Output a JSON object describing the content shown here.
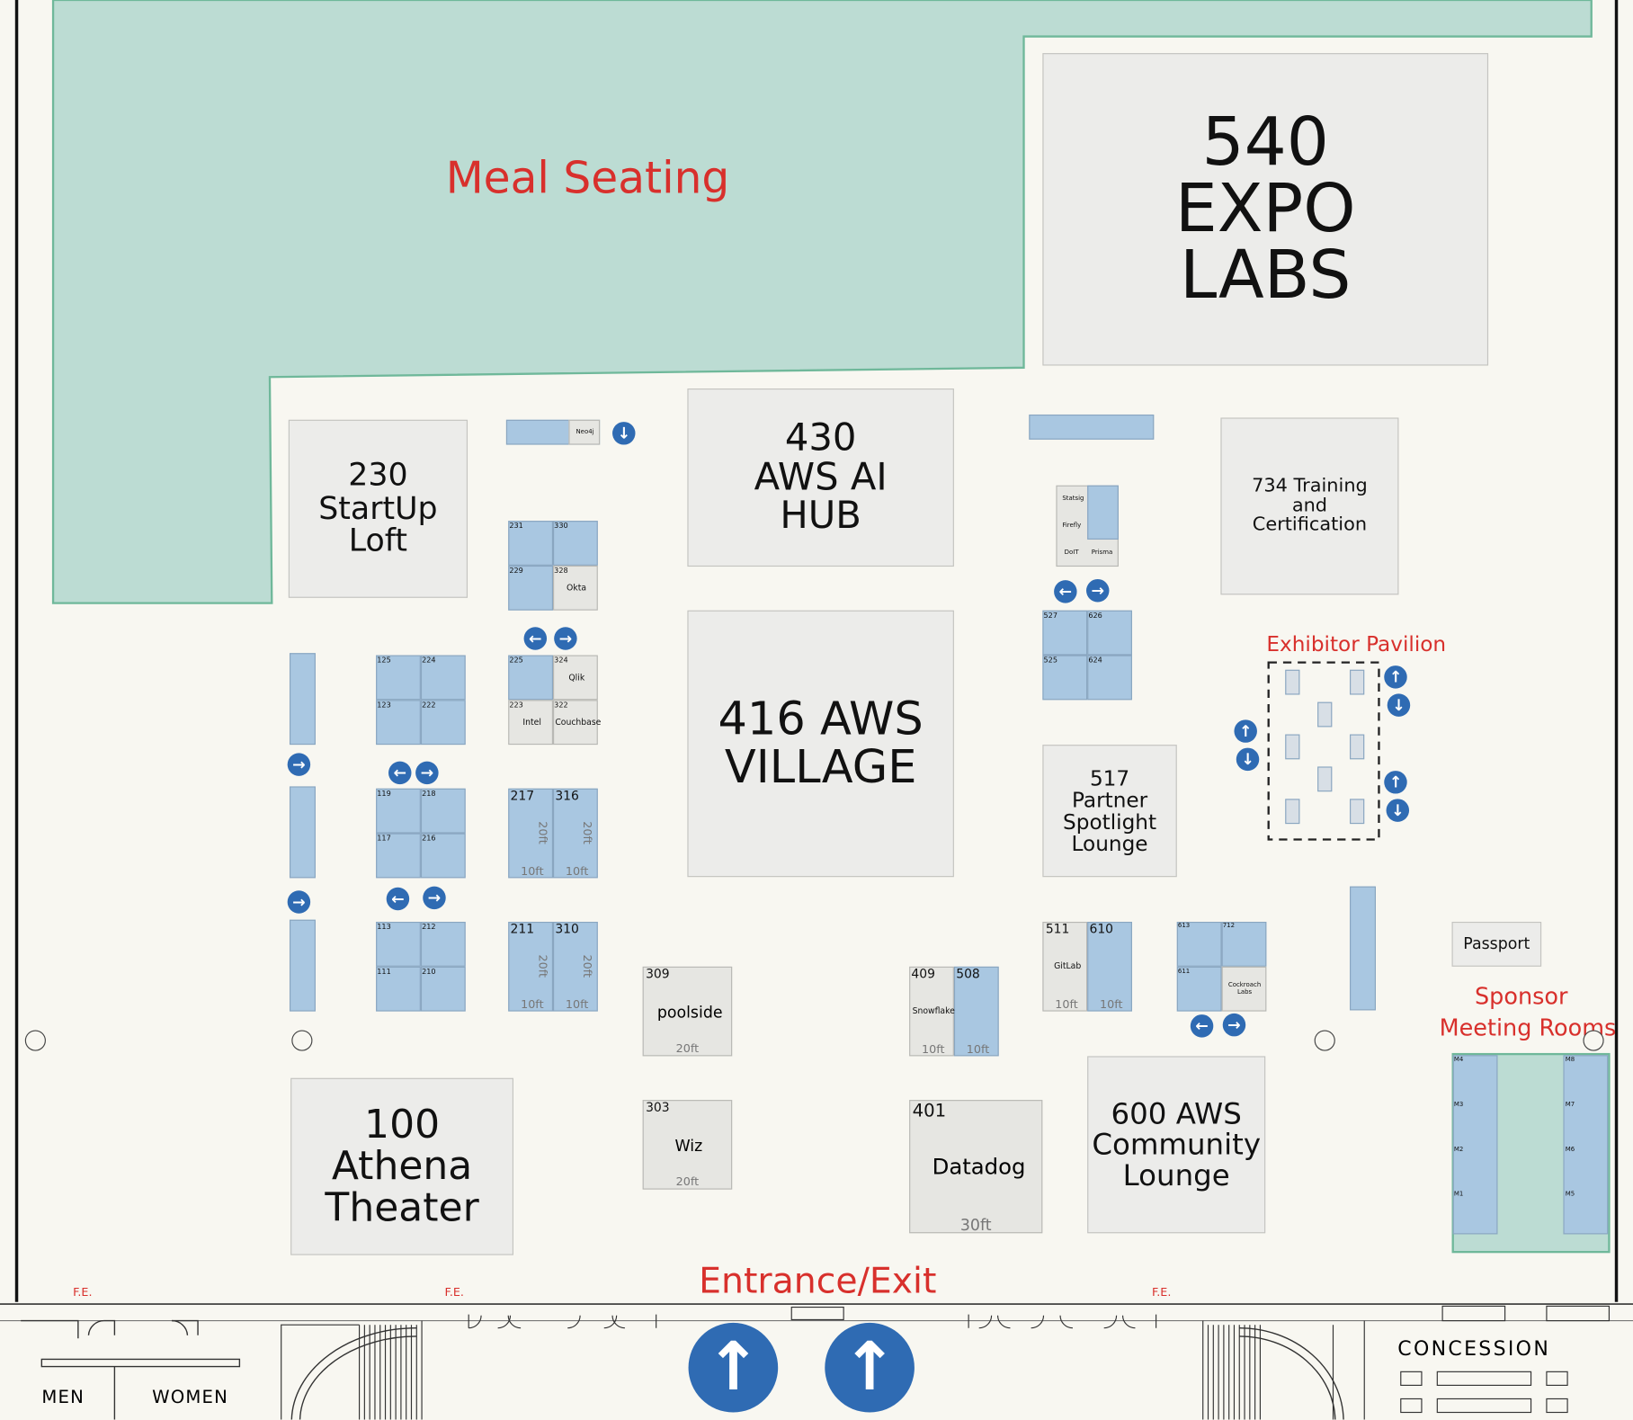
{
  "areas": {
    "meal_seating": "Meal Seating",
    "expo_labs": [
      "540",
      "EXPO",
      "LABS"
    ],
    "ai_hub": [
      "430",
      "AWS AI",
      "HUB"
    ],
    "startup_loft": [
      "230",
      "StartUp",
      "Loft"
    ],
    "aws_village": [
      "416 AWS",
      "VILLAGE"
    ],
    "training": [
      "734 Training",
      "and",
      "Certification"
    ],
    "partner_lounge": [
      "517",
      "Partner",
      "Spotlight",
      "Lounge"
    ],
    "athena_theater": [
      "100",
      "Athena",
      "Theater"
    ],
    "community_lounge": [
      "600 AWS",
      "Community",
      "Lounge"
    ],
    "passport": "Passport",
    "exhibitor_pavilion": "Exhibitor Pavilion",
    "sponsor_rooms": [
      "Sponsor",
      "Meeting Rooms"
    ],
    "entrance": "Entrance/Exit",
    "concession": "CONCESSION",
    "men": "MEN",
    "women": "WOMEN",
    "fire_exit": "F.E."
  },
  "booths": {
    "b217": "217",
    "b316": "316",
    "b211": "211",
    "b310": "310",
    "b309": "309",
    "b309_name": "poolside",
    "b303": "303",
    "b303_name": "Wiz",
    "b409": "409",
    "b409_name": "Snowflake",
    "b508": "508",
    "b401": "401",
    "b401_name": "Datadog",
    "b511": "511",
    "b511_name": "GitLab",
    "b610": "610",
    "b613": "613",
    "b712": "712",
    "b611": "611",
    "b710_name": "Cockroach Labs",
    "b231": "231",
    "b330": "330",
    "b229": "229",
    "b328": "328",
    "okta": "Okta",
    "b225": "225",
    "b324": "324",
    "qlik": "Qlik",
    "b223": "223",
    "b322": "322",
    "intel": "Intel",
    "couchbase": "Couchbase",
    "b125": "125",
    "b224": "224",
    "b123": "123",
    "b222": "222",
    "b119": "119",
    "b218": "218",
    "b117": "117",
    "b216": "216",
    "b113": "113",
    "b212": "212",
    "b111": "111",
    "b210": "210",
    "b527": "527",
    "b626": "626",
    "b525": "525",
    "b624": "624",
    "neo4j": "Neo4j",
    "statsig": "Statsig",
    "firefly": "Firefly",
    "dolt": "DoIT",
    "prisma": "Prisma",
    "m4": "M4",
    "m3": "M3",
    "m2": "M2",
    "m1": "M1",
    "m8": "M8",
    "m7": "M7",
    "m6": "M6",
    "m5": "M5"
  },
  "dims": {
    "d10": "10ft",
    "d20": "20ft",
    "d30": "30ft"
  },
  "colors": {
    "meal": "#bcdcd3",
    "booth": "#a9c7e1",
    "arrow": "#2f6bb3",
    "red": "#d8302c"
  }
}
